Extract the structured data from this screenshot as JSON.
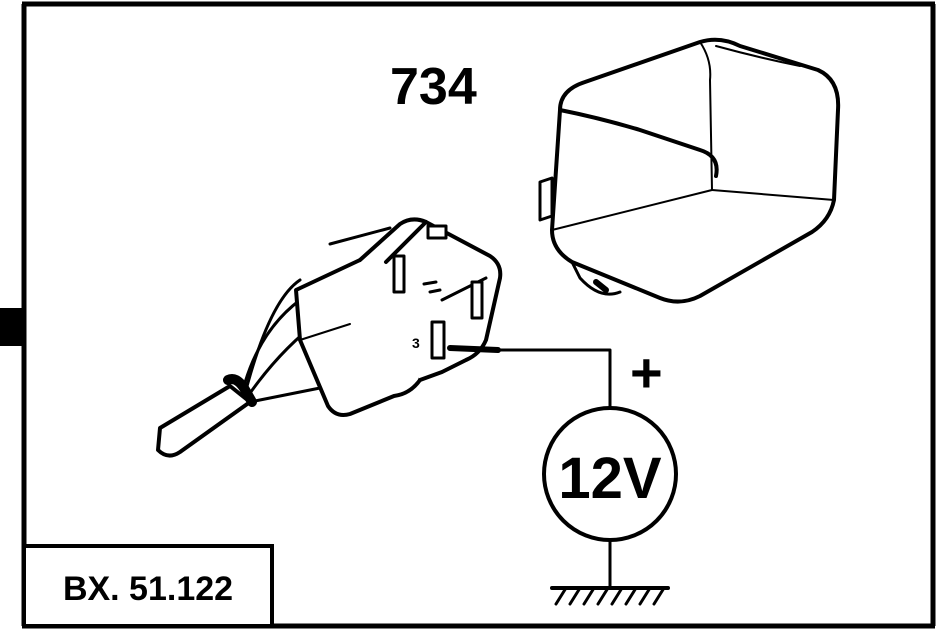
{
  "figure_number": "734",
  "plus_symbol": "+",
  "voltage_label": "12V",
  "terminal_label": "3",
  "reference_code": "BX. 51.122"
}
